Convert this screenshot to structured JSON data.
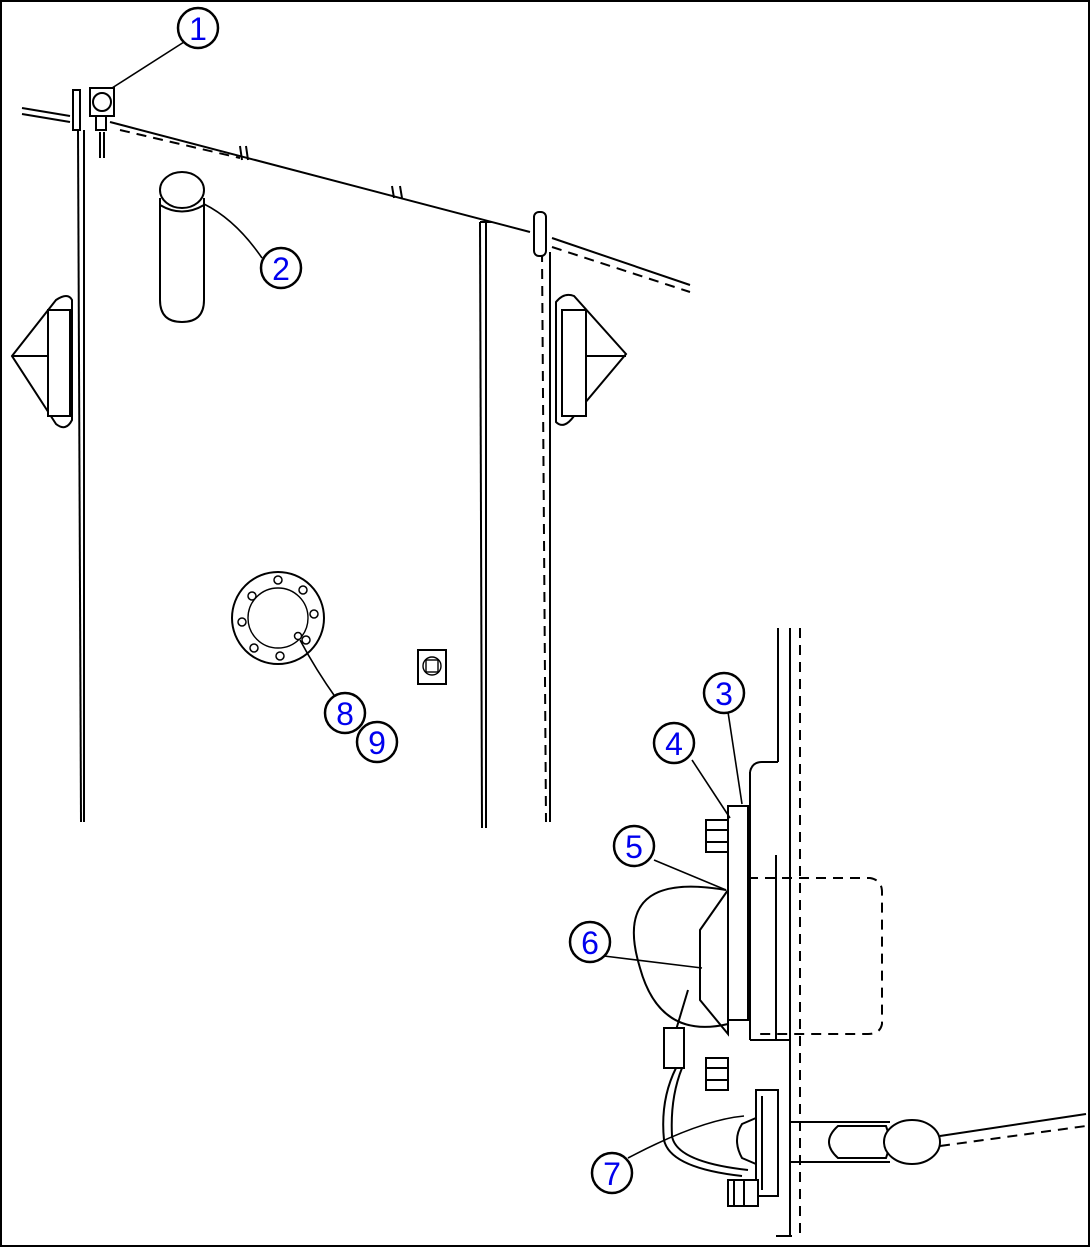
{
  "diagram": {
    "callouts": [
      {
        "id": "callout-1",
        "label": "1"
      },
      {
        "id": "callout-2",
        "label": "2"
      },
      {
        "id": "callout-3",
        "label": "3"
      },
      {
        "id": "callout-4",
        "label": "4"
      },
      {
        "id": "callout-5",
        "label": "5"
      },
      {
        "id": "callout-6",
        "label": "6"
      },
      {
        "id": "callout-7",
        "label": "7"
      },
      {
        "id": "callout-8",
        "label": "8"
      },
      {
        "id": "callout-9",
        "label": "9"
      }
    ],
    "colors": {
      "line": "#000000",
      "callout_text": "#0000ee",
      "background": "#ffffff"
    }
  }
}
